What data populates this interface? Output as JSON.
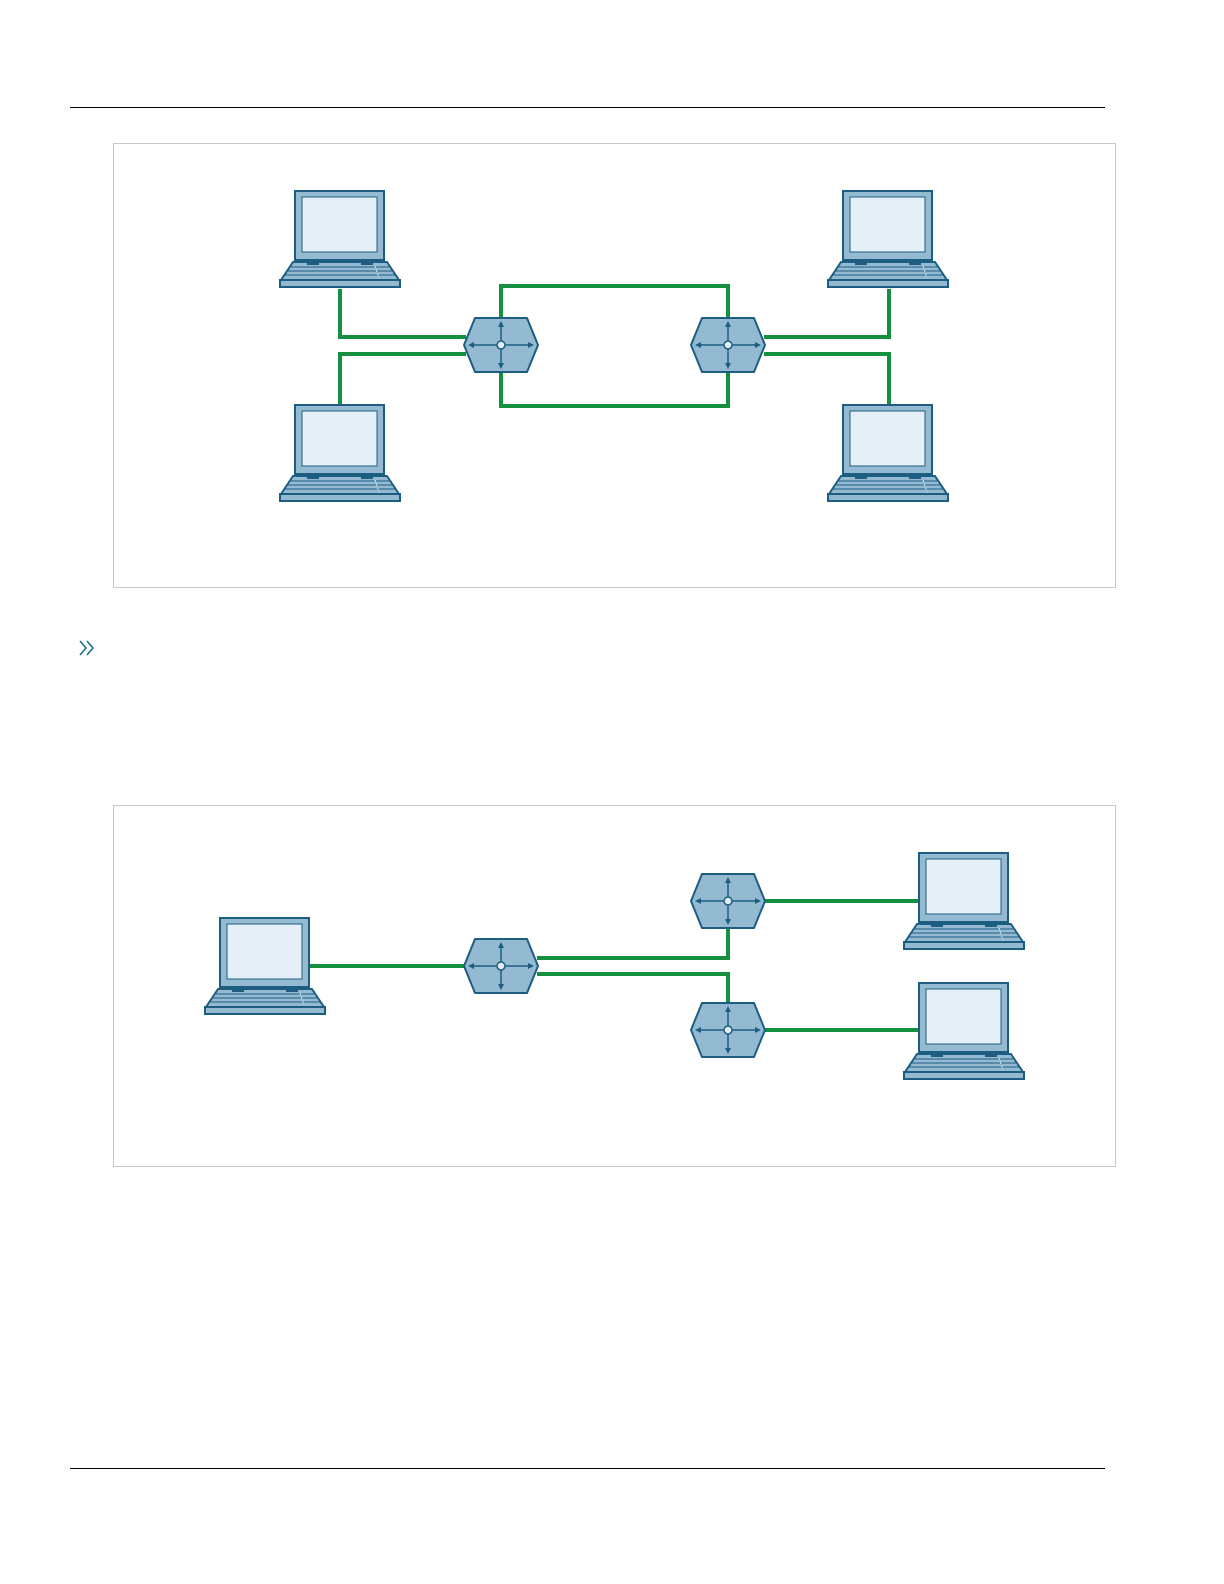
{
  "page": {
    "marker_icon": "double-chevron-right-icon"
  },
  "colors": {
    "link": "#149040",
    "device_fill": "#94bad2",
    "device_stroke": "#1d5d82",
    "screen": "#e4eff7",
    "rule": "#000000",
    "frame": "#c8c8c8",
    "marker": "#1d6a96"
  },
  "figures": [
    {
      "id": "redundant-topology",
      "switches": [
        "switch-a",
        "switch-b"
      ],
      "laptops": [
        "laptop-top-left",
        "laptop-bottom-left",
        "laptop-top-right",
        "laptop-bottom-right"
      ]
    },
    {
      "id": "tree-topology",
      "switches": [
        "switch-root",
        "switch-branch-top",
        "switch-branch-bottom"
      ],
      "laptops": [
        "laptop-left",
        "laptop-right-top",
        "laptop-right-bottom"
      ]
    }
  ]
}
